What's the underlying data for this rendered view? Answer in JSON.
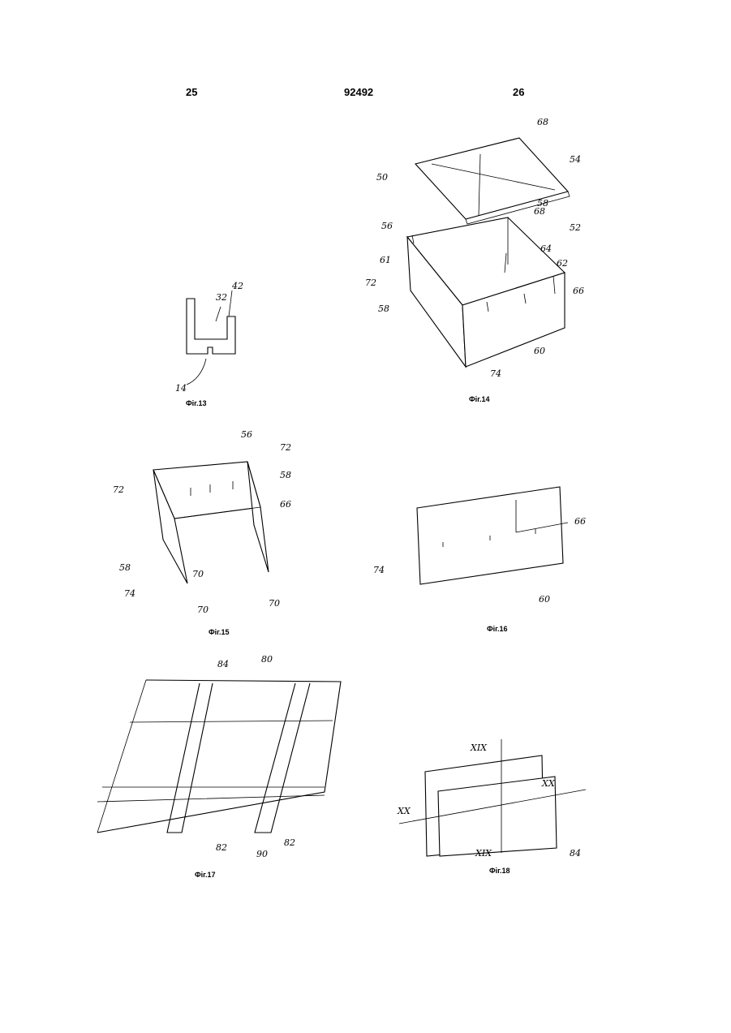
{
  "header": {
    "page_left": "25",
    "patent_number": "92492",
    "page_right": "26"
  },
  "figures": {
    "fig13": {
      "caption": "Фіг.13",
      "labels": [
        "32",
        "42",
        "14"
      ]
    },
    "fig14": {
      "caption": "Фіг.14",
      "labels": [
        "68",
        "54",
        "50",
        "58",
        "68",
        "56",
        "52",
        "64",
        "61",
        "62",
        "72",
        "66",
        "58",
        "60",
        "74"
      ]
    },
    "fig15": {
      "caption": "Фіг.15",
      "labels": [
        "56",
        "72",
        "72",
        "58",
        "66",
        "58",
        "74",
        "70",
        "70",
        "70"
      ]
    },
    "fig16": {
      "caption": "Фіг.16",
      "labels": [
        "66",
        "74",
        "60"
      ]
    },
    "fig17": {
      "caption": "Фіг.17",
      "labels": [
        "84",
        "80",
        "82",
        "90",
        "82"
      ]
    },
    "fig18": {
      "caption": "Фіг.18",
      "labels": [
        "XIX",
        "XX",
        "XX",
        "XIX",
        "84"
      ]
    }
  }
}
